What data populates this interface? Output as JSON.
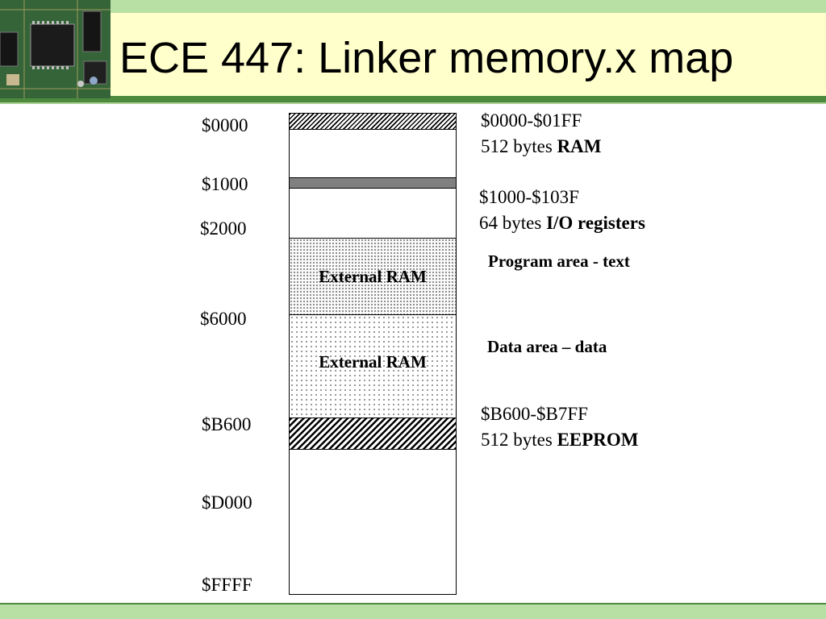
{
  "slide": {
    "title": "ECE 447: Linker memory.x map"
  },
  "address_labels": {
    "a0000": "$0000",
    "a1000": "$1000",
    "a2000": "$2000",
    "a6000": "$6000",
    "aB600": "$B600",
    "aD000": "$D000",
    "aFFFF": "$FFFF"
  },
  "regions": {
    "ram": {
      "range": "$0000-$01FF",
      "size_text": "512 bytes",
      "name": "RAM"
    },
    "io": {
      "range": "$1000-$103F",
      "size_text": "64 bytes",
      "name": "I/O registers"
    },
    "text": {
      "block_label": "External RAM",
      "area_label": "Program area - text"
    },
    "data": {
      "block_label": "External RAM",
      "area_label": "Data area – data"
    },
    "eeprom": {
      "range": "$B600-$B7FF",
      "size_text": "512 bytes",
      "name": "EEPROM"
    }
  },
  "colors": {
    "title_band": "#ffffcc",
    "header_green": "#4e8a3e",
    "strip_green": "#b8dfa4",
    "io_fill": "#808080"
  }
}
